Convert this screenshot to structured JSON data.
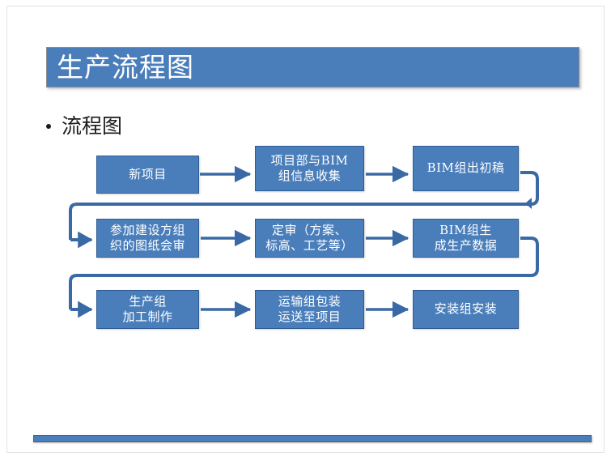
{
  "slide": {
    "title": "生产流程图",
    "bullet": "流程图",
    "bullet_marker": "•",
    "colors": {
      "accent": "#4a7ebb",
      "accent_border": "#2f5c93",
      "title_text": "#ffffff",
      "body_text": "#1a1a1a",
      "background": "#ffffff",
      "frame_border": "#e2e2e2"
    }
  },
  "flowchart": {
    "rows": [
      {
        "nodes": [
          {
            "id": "new-project",
            "label": "新项目"
          },
          {
            "id": "info-collect",
            "label": "项目部与BIM\n组信息收集"
          },
          {
            "id": "bim-draft",
            "label": "BIM组出初稿"
          }
        ]
      },
      {
        "nodes": [
          {
            "id": "drawing-review",
            "label": "参加建设方组\n织的图纸会审"
          },
          {
            "id": "final-review",
            "label": "定审（方案、\n标高、工艺等）"
          },
          {
            "id": "bim-prod-data",
            "label": "BIM组生\n成生产数据"
          }
        ]
      },
      {
        "nodes": [
          {
            "id": "production-group",
            "label": "生产组\n加工制作"
          },
          {
            "id": "transport-group",
            "label": "运输组包装\n运送至项目"
          },
          {
            "id": "install-group",
            "label": "安装组安装"
          }
        ]
      }
    ],
    "connectors": [
      {
        "id": "arrow-r1-c1-c2",
        "type": "horizontal-arrow"
      },
      {
        "id": "arrow-r1-c2-c3",
        "type": "horizontal-arrow"
      },
      {
        "id": "elbow-r1-to-r2",
        "type": "wrap-down-left"
      },
      {
        "id": "arrow-r2-c1-c2",
        "type": "horizontal-arrow"
      },
      {
        "id": "arrow-r2-c2-c3",
        "type": "horizontal-arrow"
      },
      {
        "id": "elbow-r2-to-r3",
        "type": "wrap-down-left"
      },
      {
        "id": "arrow-r3-c1-c2",
        "type": "horizontal-arrow"
      },
      {
        "id": "arrow-r3-c2-c3",
        "type": "horizontal-arrow"
      }
    ]
  },
  "footer": {
    "rule": "horizontal-accent-rule"
  }
}
